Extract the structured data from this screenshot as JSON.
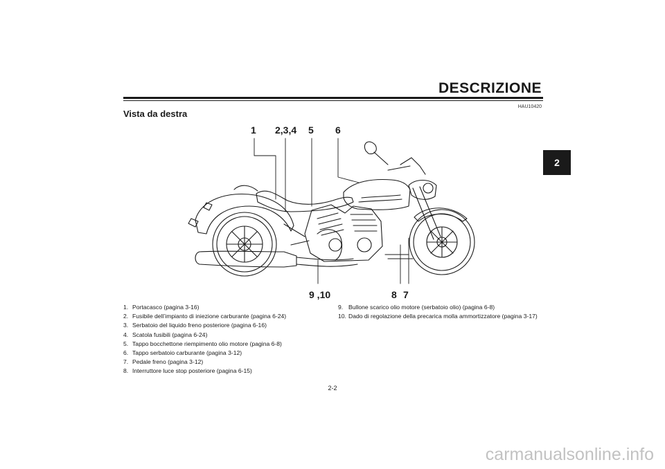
{
  "header": {
    "title": "DESCRIZIONE"
  },
  "chapter_tab": "2",
  "doc_code": "HAU10420",
  "section_title": "Vista da destra",
  "callouts": {
    "c1": "1",
    "c234": "2,3,4",
    "c5": "5",
    "c6": "6",
    "c910": "9 ,10",
    "c8": "8",
    "c7": "7"
  },
  "legend_left": [
    {
      "num": "1.",
      "text": "Portacasco (pagina 3-16)"
    },
    {
      "num": "2.",
      "text": "Fusibile dell’impianto di iniezione carburante (pagina 6-24)"
    },
    {
      "num": "3.",
      "text": "Serbatoio del liquido freno posteriore (pagina 6-16)"
    },
    {
      "num": "4.",
      "text": "Scatola fusibili (pagina 6-24)"
    },
    {
      "num": "5.",
      "text": "Tappo bocchettone riempimento olio motore (pagina 6-8)"
    },
    {
      "num": "6.",
      "text": "Tappo serbatoio carburante (pagina 3-12)"
    },
    {
      "num": "7.",
      "text": "Pedale freno (pagina 3-12)"
    },
    {
      "num": "8.",
      "text": "Interruttore luce stop posteriore (pagina 6-15)"
    }
  ],
  "legend_right": [
    {
      "num": "9.",
      "text": "Bullone scarico olio motore (serbatoio olio) (pagina 6-8)"
    },
    {
      "num": "10.",
      "text": "Dado di regolazione della precarica molla ammortizzatore (pagina 3-17)"
    }
  ],
  "page_number": "2-2",
  "watermark": "carmanualsonline.info"
}
